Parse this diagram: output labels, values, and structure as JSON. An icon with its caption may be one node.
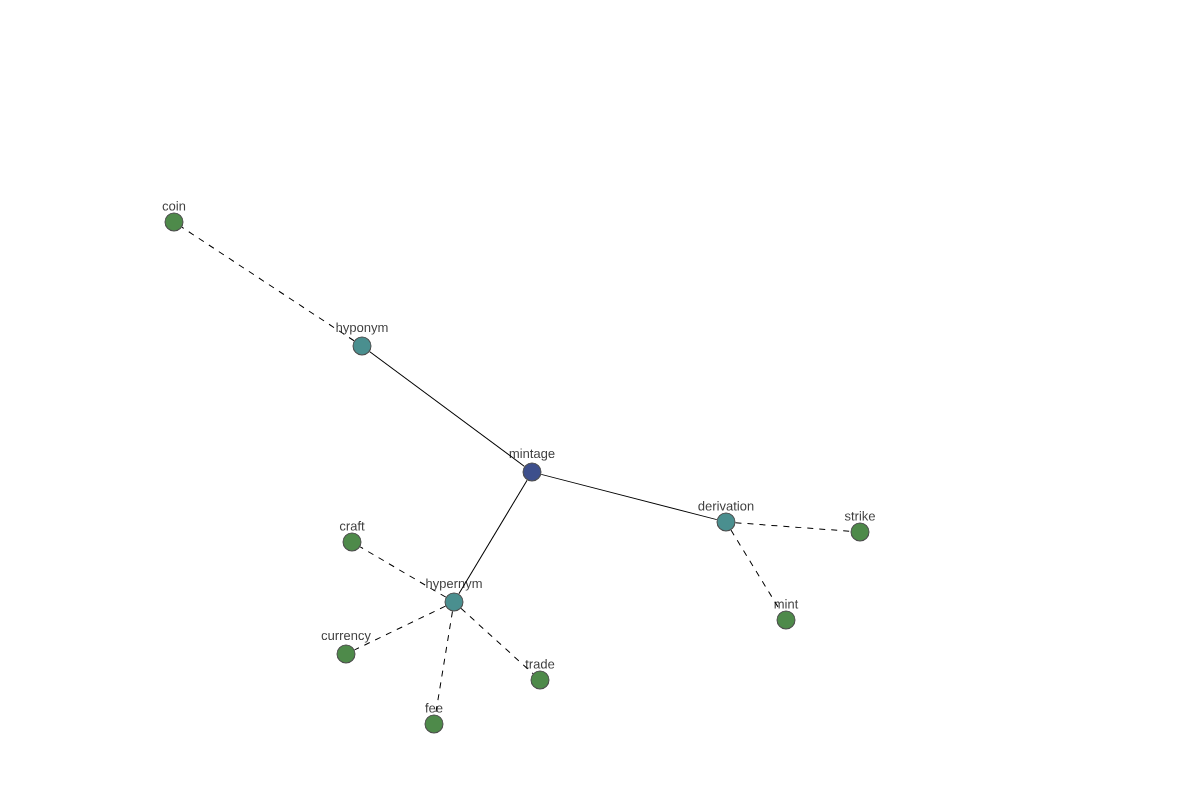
{
  "diagram": {
    "nodes": [
      {
        "text": [
          "mintage"
        ]
      },
      {
        "text": [
          "hyponym"
        ]
      },
      {
        "text": [
          "derivation"
        ]
      },
      {
        "text": [
          "hypernym"
        ]
      },
      {
        "text": [
          "coin"
        ]
      },
      {
        "text": [
          "strike"
        ]
      },
      {
        "text": [
          "mint"
        ]
      },
      {
        "text": [
          "craft"
        ]
      },
      {
        "text": [
          "currency"
        ]
      },
      {
        "text": [
          "trade"
        ]
      },
      {
        "text": [
          "fee"
        ]
      }
    ],
    "edges": [
      {
        "from": 0,
        "to": 1,
        "arrow": "none"
      },
      {
        "from": 0,
        "to": 2,
        "arrow": "none"
      },
      {
        "from": 0,
        "to": 3,
        "arrow": "none"
      },
      {
        "from": 1,
        "to": 4,
        "arrow": "none",
        "style": "dashed"
      },
      {
        "from": 2,
        "to": 5,
        "arrow": "none",
        "style": "dashed"
      },
      {
        "from": 2,
        "to": 6,
        "arrow": "none",
        "style": "dashed"
      },
      {
        "from": 3,
        "to": 7,
        "arrow": "none",
        "style": "dashed"
      },
      {
        "from": 3,
        "to": 8,
        "arrow": "none",
        "style": "dashed"
      },
      {
        "from": 3,
        "to": 9,
        "arrow": "none",
        "style": "dashed"
      },
      {
        "from": 3,
        "to": 10,
        "arrow": "none",
        "style": "dashed"
      }
    ]
  }
}
